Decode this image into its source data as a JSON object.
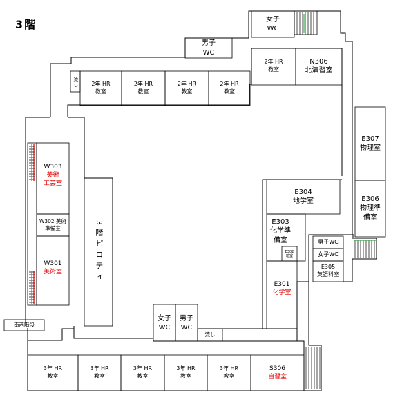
{
  "title": "3階",
  "colors": {
    "wall": "#000000",
    "accent_text": "#e00000",
    "stair_rail": "#3ba650"
  },
  "rooms": {
    "wc_female_top": [
      "女子",
      "WC"
    ],
    "wc_male_top": [
      "男子",
      "WC"
    ],
    "n306": [
      "2年 HR",
      "教室"
    ],
    "n306b": [
      "N306",
      "北演習室"
    ],
    "sink_north": "流し",
    "hr2": [
      [
        "2年 HR",
        "教室"
      ],
      [
        "2年 HR",
        "教室"
      ],
      [
        "2年 HR",
        "教室"
      ],
      [
        "2年 HR",
        "教室"
      ]
    ],
    "e307": [
      "E307",
      "物理室"
    ],
    "e306": [
      "E306",
      "物理準",
      "備室"
    ],
    "e304": [
      "E304",
      "地学室"
    ],
    "e303": [
      "E303",
      "化学準",
      "備室"
    ],
    "e302": [
      "E302",
      "暗室"
    ],
    "e301": [
      "E301",
      "化学室"
    ],
    "wc_male_east": "男子WC",
    "wc_female_east": "女子WC",
    "e305": [
      "E305",
      "英語科室"
    ],
    "w303": [
      "W303",
      "美術",
      "工芸室"
    ],
    "w302": [
      "W302 美術",
      "準備室"
    ],
    "w301": [
      "W301",
      "美術室"
    ],
    "piloti": "3階ピロティ",
    "stairs_sw": "南西階段",
    "wc_female_center": [
      "女子",
      "WC"
    ],
    "wc_male_center": [
      "男子",
      "WC"
    ],
    "sink_south": "流し",
    "hr3": [
      [
        "3年 HR",
        "教室"
      ],
      [
        "3年 HR",
        "教室"
      ],
      [
        "3年 HR",
        "教室"
      ],
      [
        "3年 HR",
        "教室"
      ],
      [
        "3年 HR",
        "教室"
      ]
    ],
    "s306": [
      "S306",
      "自習室"
    ]
  }
}
